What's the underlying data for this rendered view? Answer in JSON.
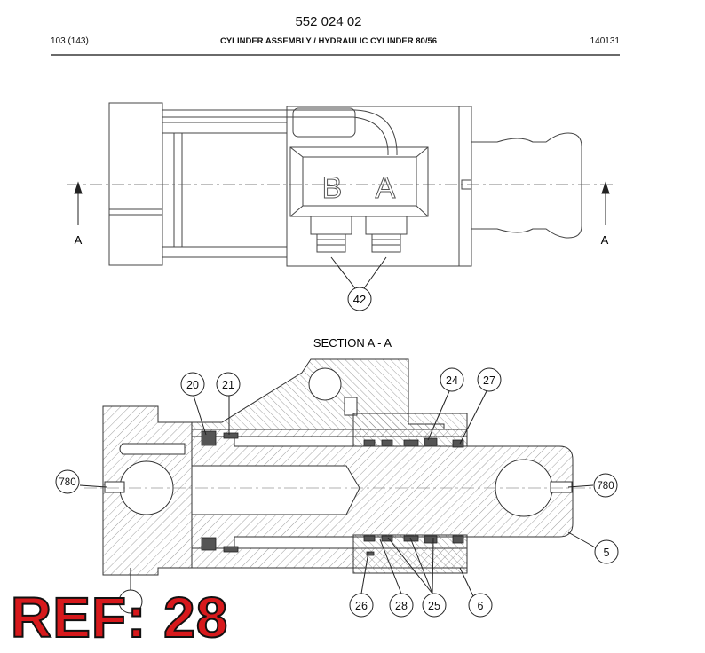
{
  "header": {
    "doc_number": "552 024 02",
    "page_ref": "103 (143)",
    "title": "CYLINDER ASSEMBLY / HYDRAULIC CYLINDER 80/56",
    "code": "140131"
  },
  "top_view": {
    "port_b": "B",
    "port_a": "A",
    "section_mark_left": "A",
    "section_mark_right": "A",
    "callout_42": "42"
  },
  "section_view": {
    "title": "SECTION A - A",
    "callout_20": "20",
    "callout_21": "21",
    "callout_24": "24",
    "callout_27": "27",
    "callout_780_left": "780",
    "callout_780_right": "780",
    "callout_5": "5",
    "callout_26": "26",
    "callout_28": "28",
    "callout_25": "25",
    "callout_6": "6"
  },
  "ref_stamp": "REF: 28",
  "colors": {
    "line": "#333333",
    "stamp": "#d7191c",
    "paper": "#ffffff"
  }
}
